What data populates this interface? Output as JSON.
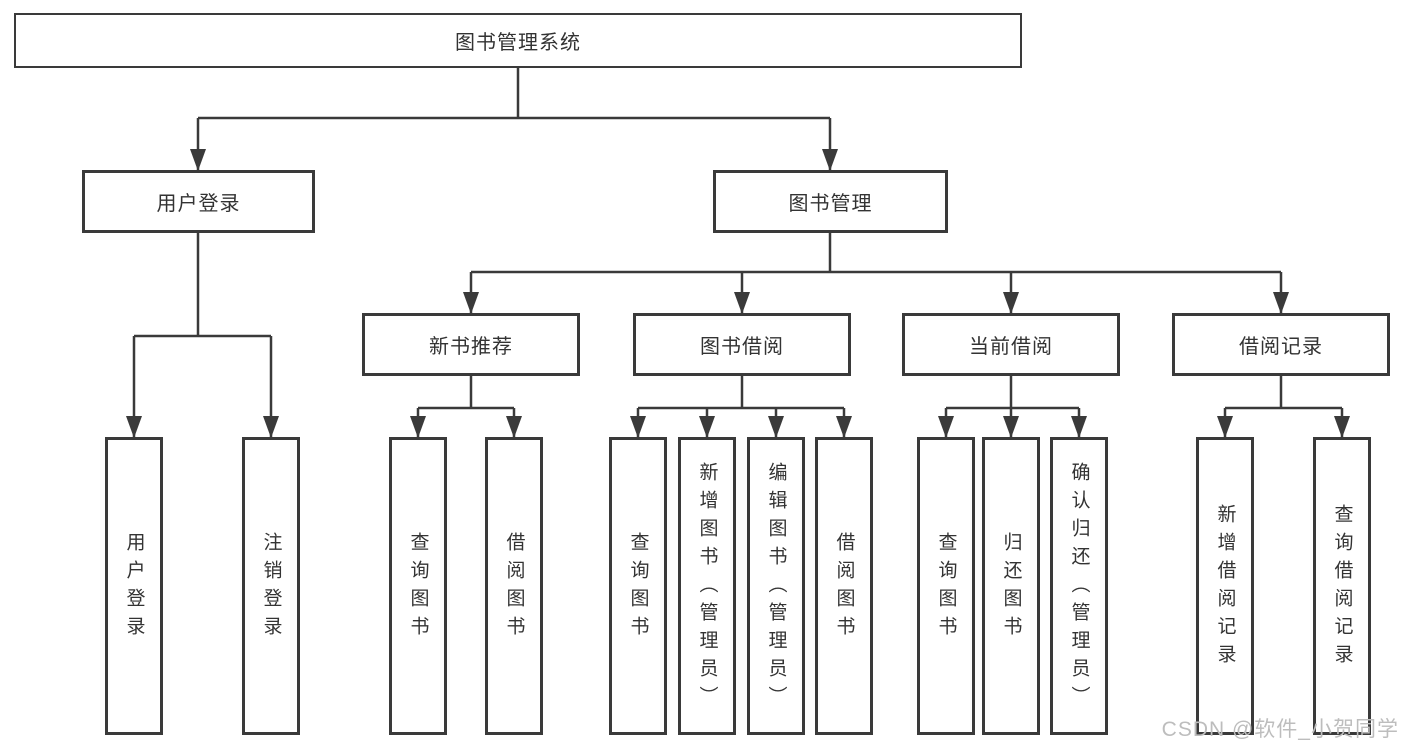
{
  "colors": {
    "line": "#3a3a3a",
    "text": "#333333",
    "background": "#ffffff",
    "box_fill": "#ffffff",
    "watermark": "#bdbdbd"
  },
  "watermark": {
    "text": "CSDN @软件_小贺同学"
  },
  "tree": {
    "root": {
      "label": "图书管理系统"
    },
    "branches": [
      {
        "label": "用户登录",
        "children": [
          {
            "label": "用户登录"
          },
          {
            "label": "注销登录"
          }
        ]
      },
      {
        "label": "图书管理",
        "children": [
          {
            "label": "新书推荐",
            "children": [
              {
                "label": "查询图书"
              },
              {
                "label": "借阅图书"
              }
            ]
          },
          {
            "label": "图书借阅",
            "children": [
              {
                "label": "查询图书"
              },
              {
                "label": "新增图书（管理员）"
              },
              {
                "label": "编辑图书（管理员）"
              },
              {
                "label": "借阅图书"
              }
            ]
          },
          {
            "label": "当前借阅",
            "children": [
              {
                "label": "查询图书"
              },
              {
                "label": "归还图书"
              },
              {
                "label": "确认归还（管理员）"
              }
            ]
          },
          {
            "label": "借阅记录",
            "children": [
              {
                "label": "新增借阅记录"
              },
              {
                "label": "查询借阅记录"
              }
            ]
          }
        ]
      }
    ]
  }
}
